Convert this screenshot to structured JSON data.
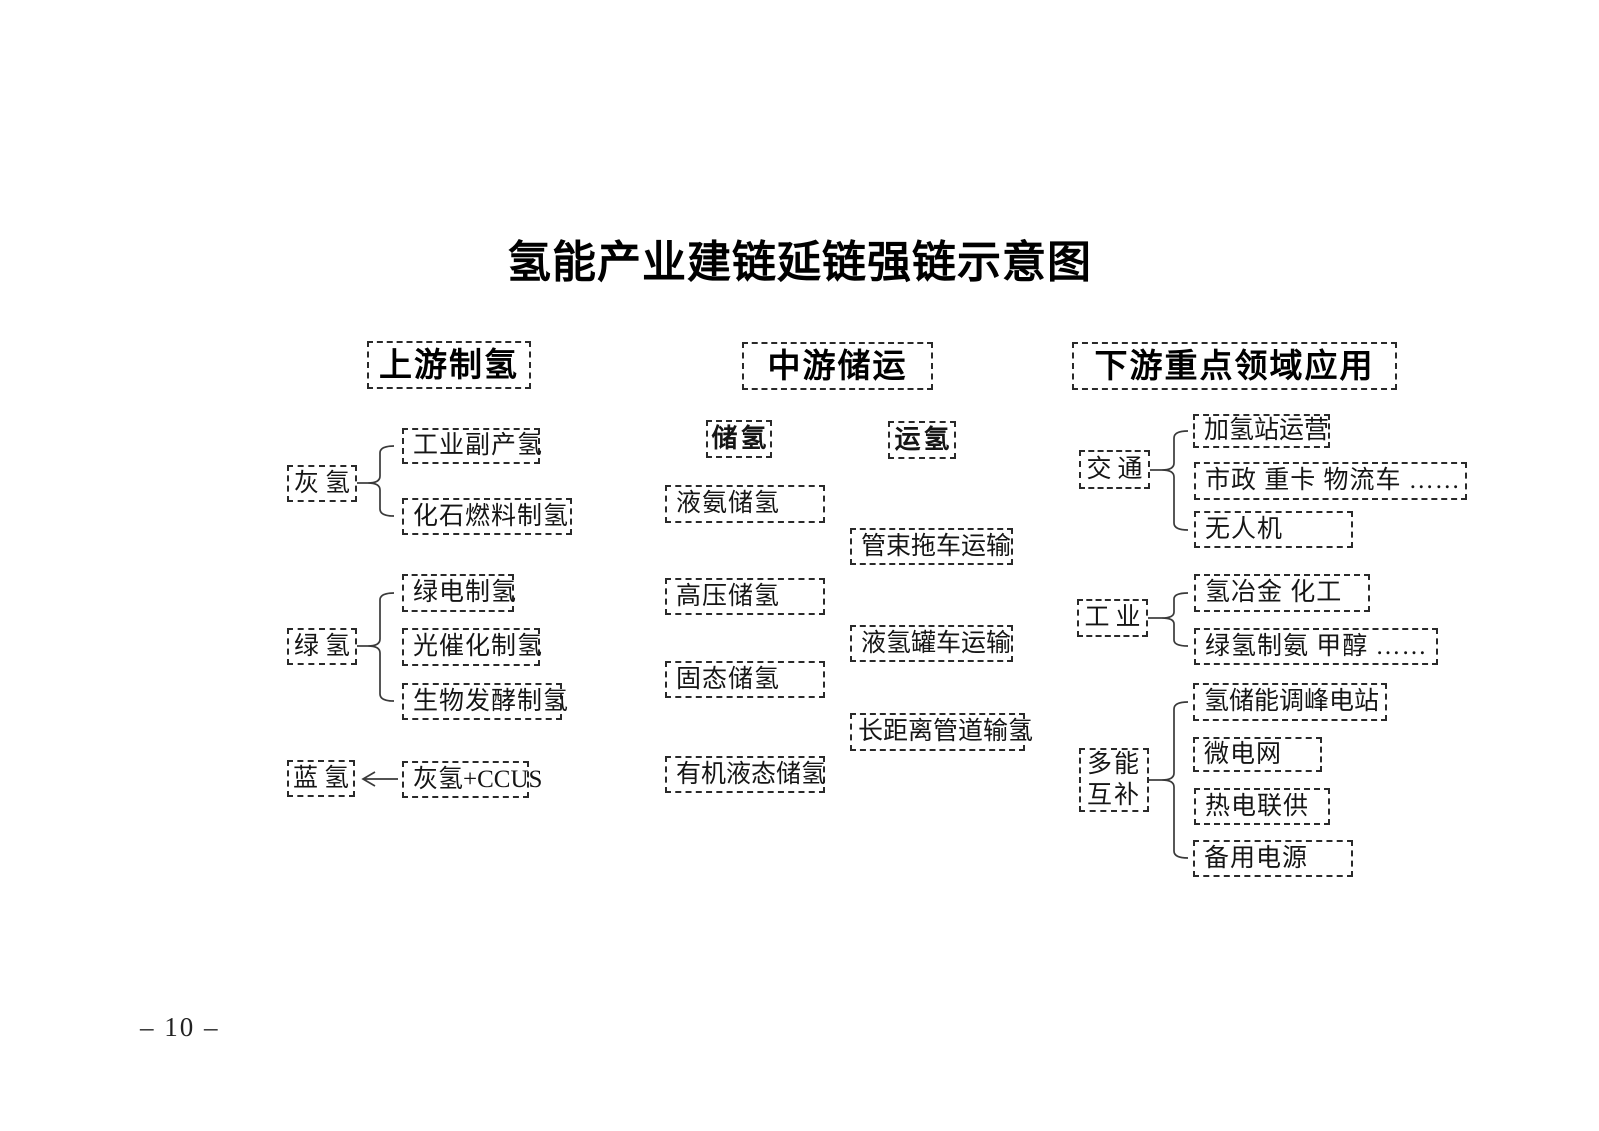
{
  "title": "氢能产业建链延链强链示意图",
  "page_number": "– 10 –",
  "upstream": {
    "header": "上游制氢",
    "gray": {
      "parent": "灰氢",
      "children": [
        "工业副产氢",
        "化石燃料制氢"
      ]
    },
    "green": {
      "parent": "绿氢",
      "children": [
        "绿电制氢",
        "光催化制氢",
        "生物发酵制氢"
      ]
    },
    "blue": {
      "parent": "蓝氢",
      "source": "灰氢+CCUS"
    }
  },
  "midstream": {
    "header": "中游储运",
    "storage_header": "储氢",
    "transport_header": "运氢",
    "storage_items": [
      "液氨储氢",
      "高压储氢",
      "固态储氢",
      "有机液态储氢"
    ],
    "transport_items": [
      "管束拖车运输",
      "液氢罐车运输",
      "长距离管道输氢"
    ]
  },
  "downstream": {
    "header": "下游重点领域应用",
    "transport": {
      "parent": "交通",
      "children": [
        "加氢站运营",
        "市政 重卡 物流车 ……",
        "无人机"
      ]
    },
    "industry": {
      "parent": "工业",
      "children": [
        "氢冶金 化工",
        "绿氢制氨 甲醇 ……"
      ]
    },
    "multi_energy": {
      "parent": "多能互补",
      "children": [
        "氢储能调峰电站",
        "微电网",
        "热电联供",
        "备用电源"
      ]
    }
  }
}
